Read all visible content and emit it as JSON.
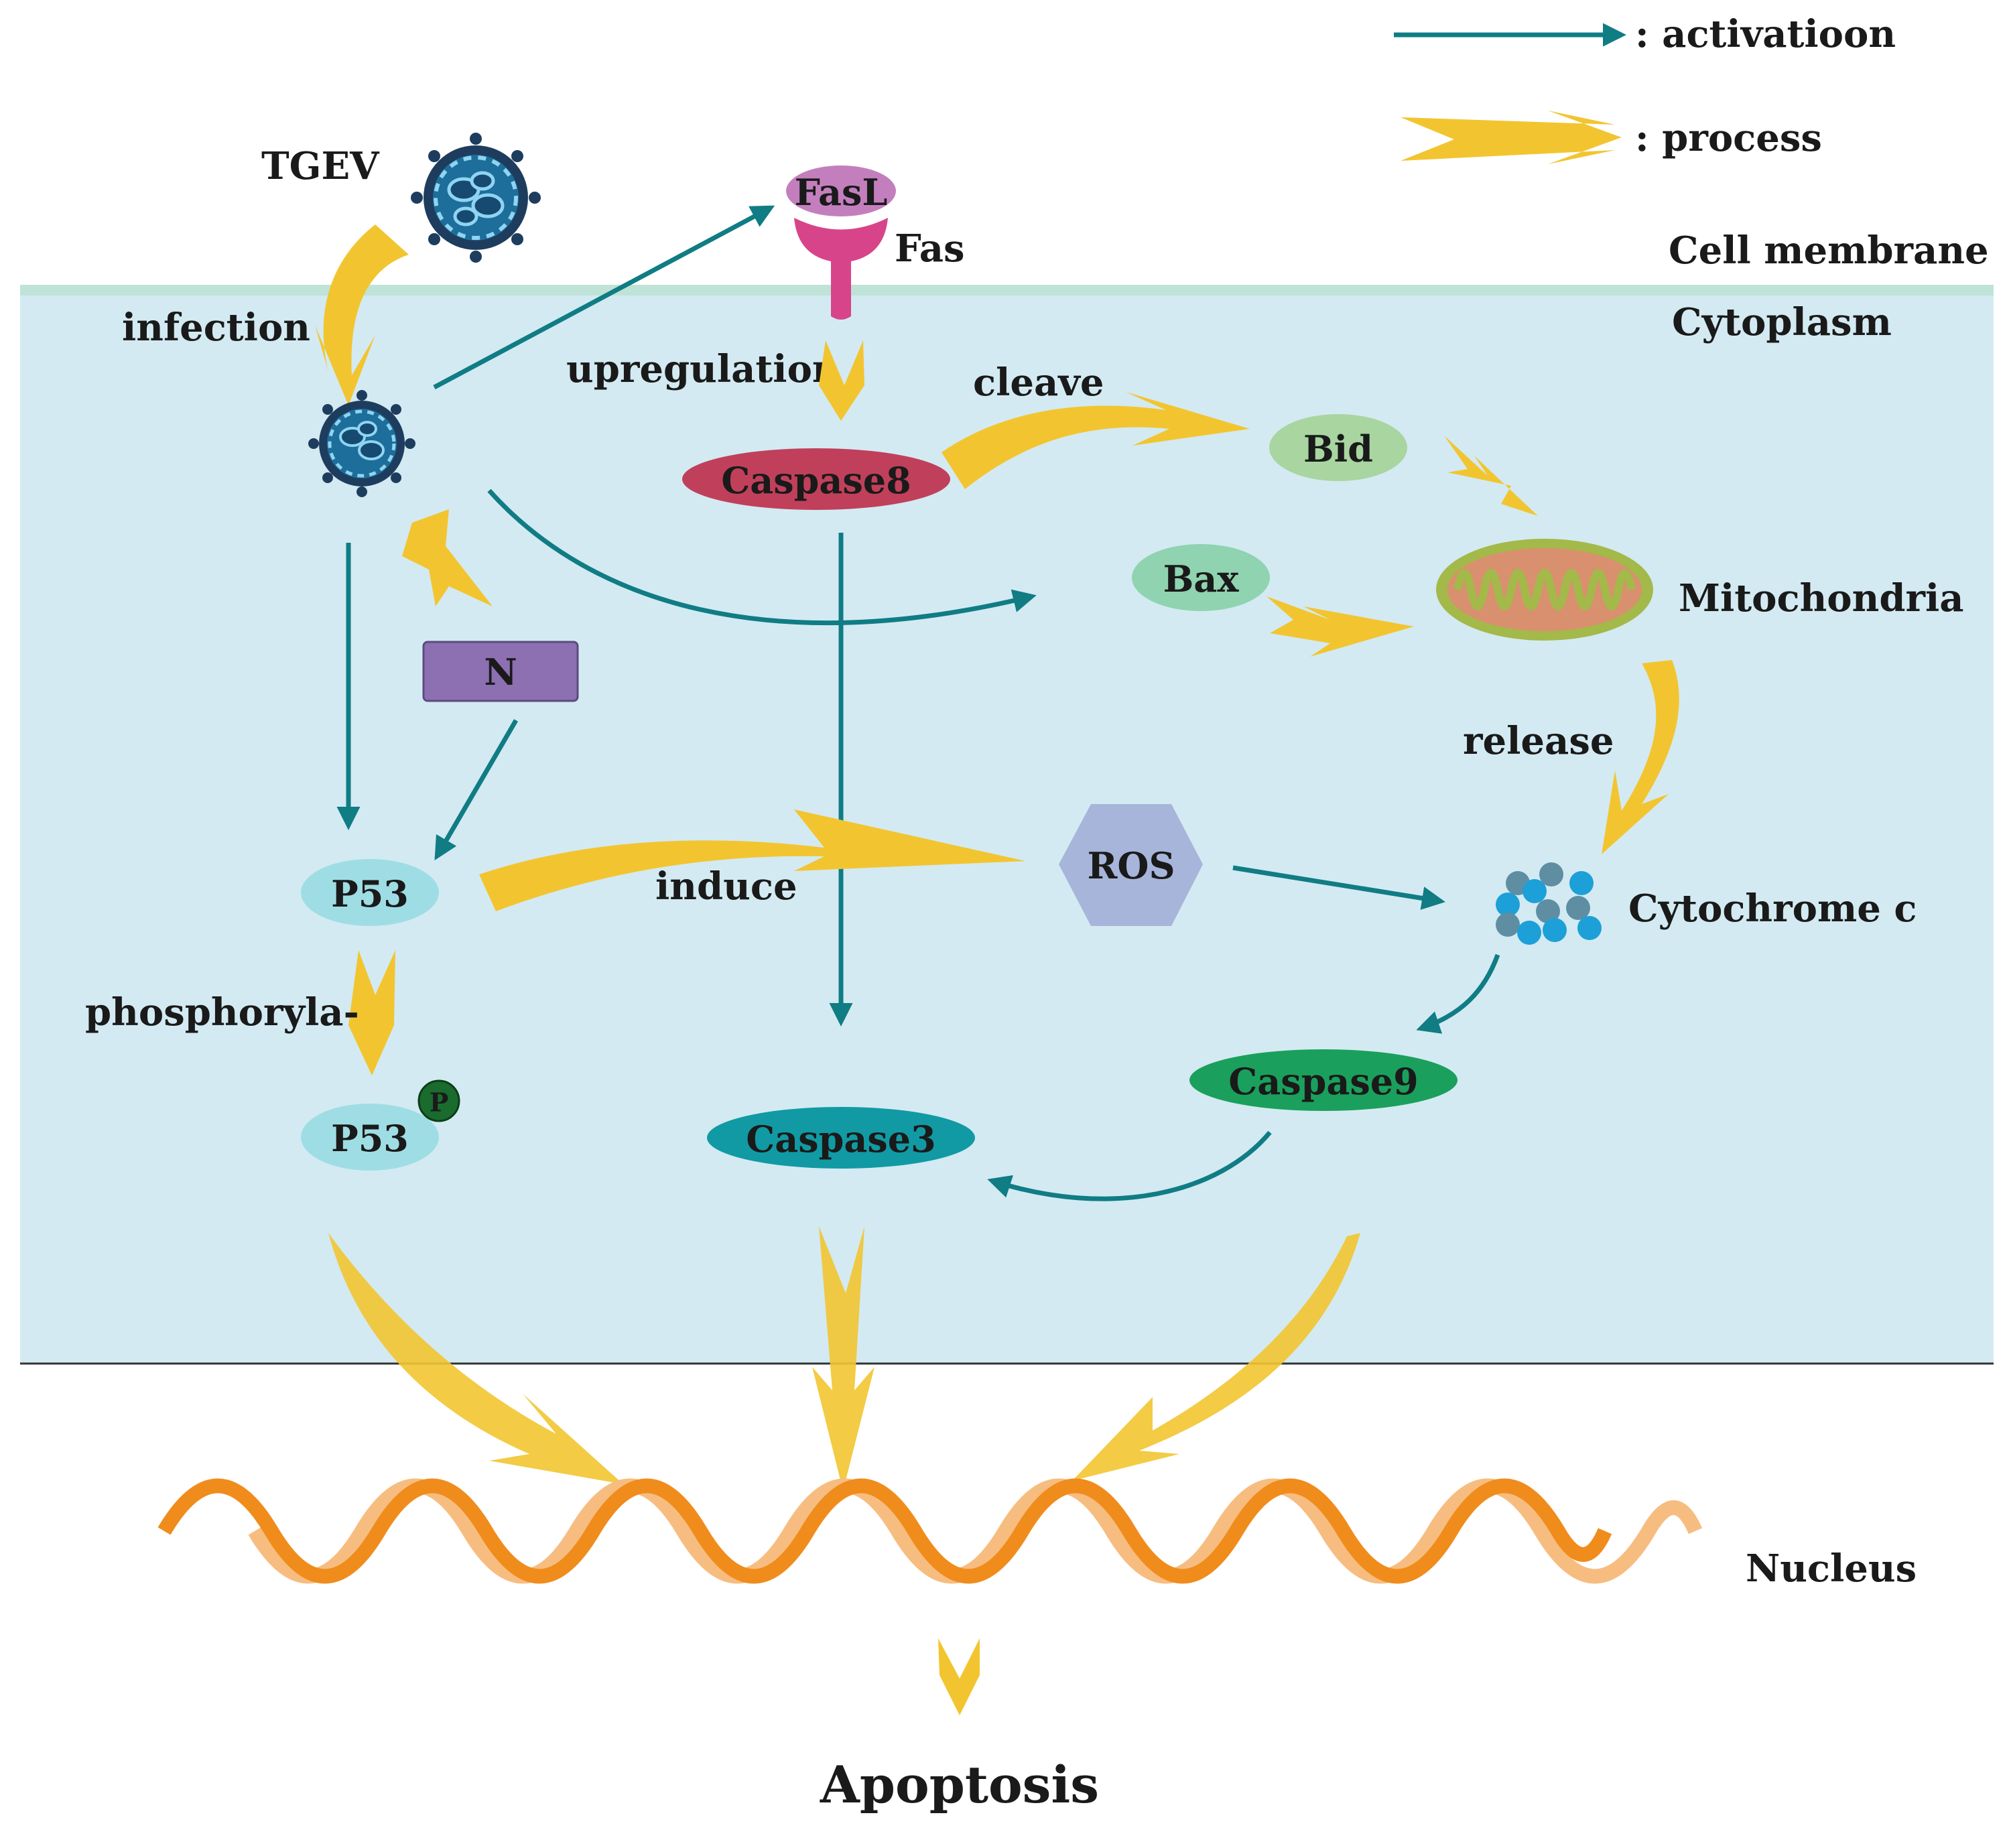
{
  "legend": {
    "activation_label": ": activatioon",
    "process_label": ": process"
  },
  "compartments": {
    "membrane": "Cell membrane",
    "cytoplasm": "Cytoplasm",
    "nucleus": "Nucleus"
  },
  "labels": {
    "virus": "TGEV",
    "infection": "infection",
    "upregulation": "upregulation",
    "cleave": "cleave",
    "release": "release",
    "induce": "induce",
    "phosphorylation": "phosphoryla-",
    "fas": "Fas",
    "mitochondria": "Mitochondria",
    "cytochrome": "Cytochrome c",
    "apoptosis": "Apoptosis"
  },
  "nodes": {
    "fasl": "FasL",
    "caspase8": "Caspase8",
    "bid": "Bid",
    "bax": "Bax",
    "n_protein": "N",
    "ros": "ROS",
    "p53": "P53",
    "p53_phos": "P53",
    "phospho_mark": "P",
    "caspase9": "Caspase9",
    "caspase3": "Caspase3"
  },
  "colors": {
    "cytoplasm": "#d3eaf2",
    "membrane": "#bfe3d7",
    "activation": "#107c84",
    "process": "#f2c530",
    "fasl": "#c37fbd",
    "fas_receptor": "#d8448a",
    "caspase8": "#c0405b",
    "bid": "#a8d5a0",
    "bax": "#8fd3b0",
    "n_protein": "#8c70b2",
    "ros": "#a7b5da",
    "p53": "#9fdde4",
    "phospho": "#1a6b2e",
    "caspase9": "#1aa05c",
    "caspase3": "#119aa3",
    "dna_dark": "#f08c1c",
    "dna_light": "#f7bd80",
    "virus": "#1d6e9a"
  }
}
